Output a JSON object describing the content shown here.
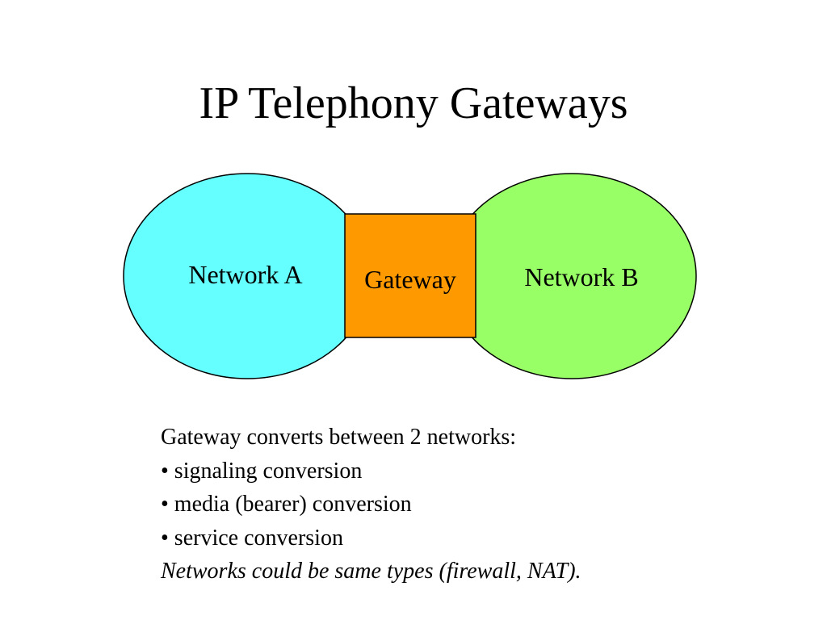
{
  "slide": {
    "title": "IP Telephony Gateways"
  },
  "diagram": {
    "network_a": {
      "label": "Network A",
      "color": "#66ffff"
    },
    "gateway": {
      "label": "Gateway",
      "color": "#ff9900"
    },
    "network_b": {
      "label": "Network B",
      "color": "#99ff66"
    }
  },
  "body": {
    "intro": "Gateway converts between 2 networks:",
    "bullets": [
      "• signaling conversion",
      "• media (bearer) conversion",
      "• service conversion"
    ],
    "note": "Networks could be same types (firewall, NAT)."
  }
}
